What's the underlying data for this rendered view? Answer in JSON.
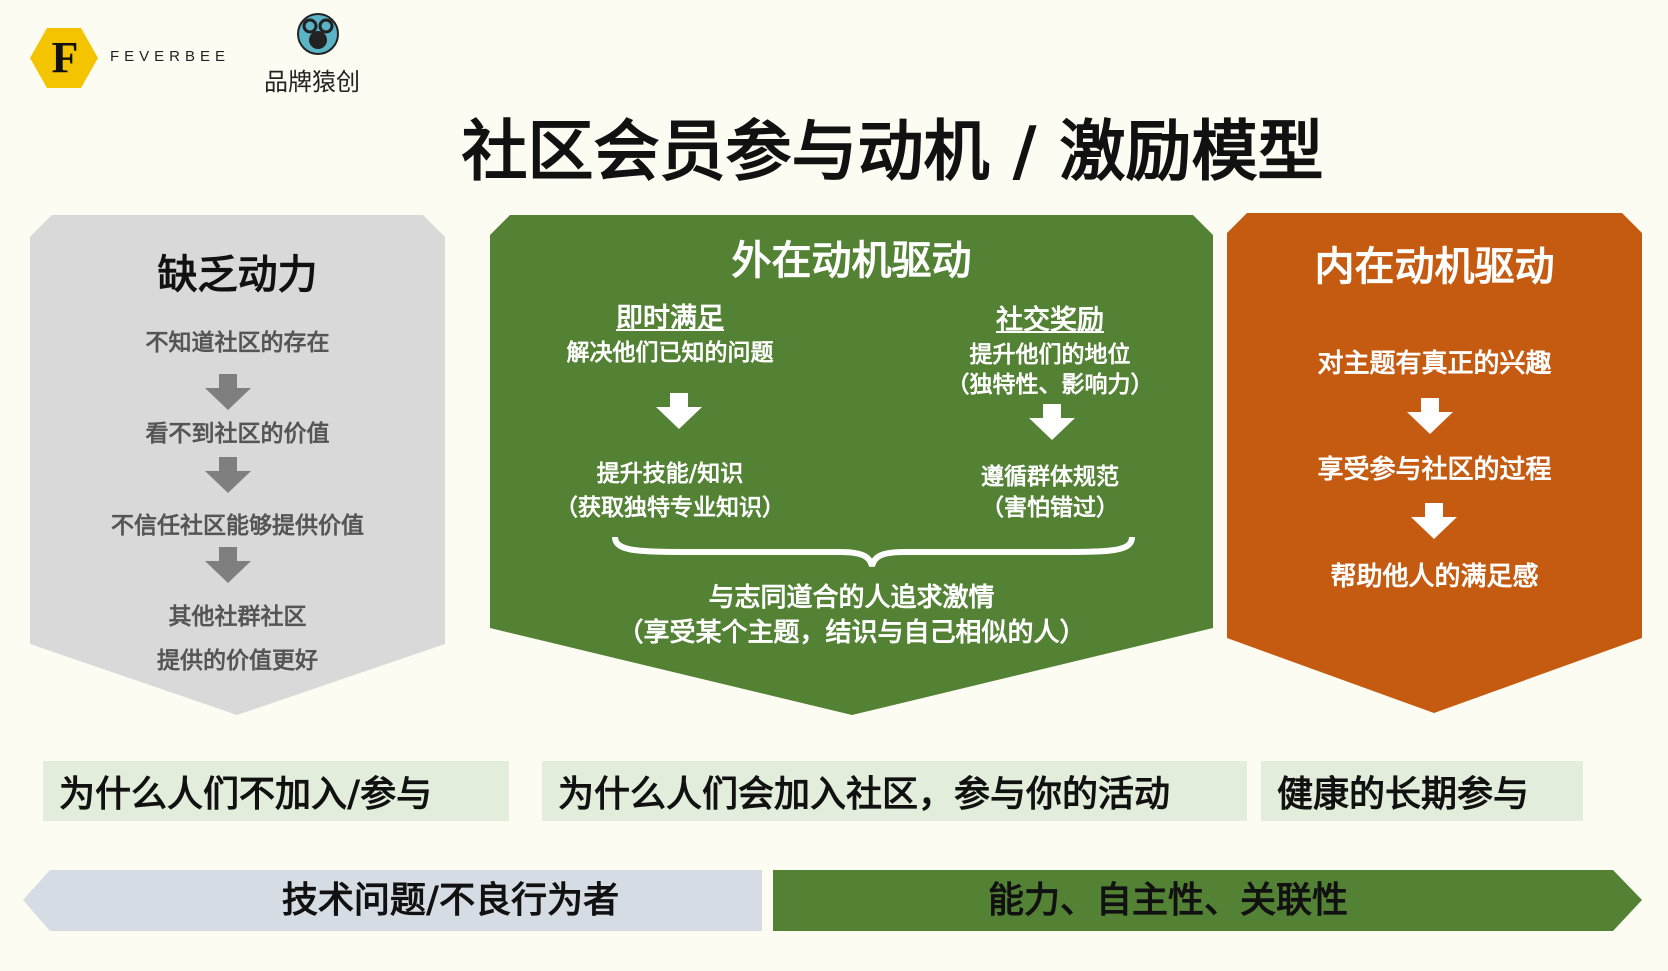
{
  "logos": {
    "feverbee_letter": "F",
    "feverbee_text": "FEVERBEE",
    "brand2_text": "品牌猿创"
  },
  "title": "社区会员参与动机 / 激励模型",
  "colors": {
    "gray": "#d9d9d9",
    "green": "#548235",
    "orange": "#c55a11",
    "label_bg": "#e2eedb",
    "bar_left": "#d6dce4",
    "bar_right": "#548235"
  },
  "lack": {
    "heading": "缺乏动力",
    "steps": [
      "不知道社区的存在",
      "看不到社区的价值",
      "不信任社区能够提供价值",
      "其他社群社区",
      "提供的价值更好"
    ]
  },
  "extrinsic": {
    "heading": "外在动机驱动",
    "left": {
      "title": "即时满足",
      "subtitle": "解决他们已知的问题",
      "result1": "提升技能/知识",
      "result2": "（获取独特专业知识）"
    },
    "right": {
      "title": "社交奖励",
      "subtitle1": "提升他们的地位",
      "subtitle2": "（独特性、影响力）",
      "result1": "遵循群体规范",
      "result2": "（害怕错过）"
    },
    "bottom1": "与志同道合的人追求激情",
    "bottom2": "（享受某个主题，结识与自己相似的人）"
  },
  "intrinsic": {
    "heading": "内在动机驱动",
    "steps": [
      "对主题有真正的兴趣",
      "享受参与社区的过程",
      "帮助他人的满足感"
    ]
  },
  "labels": [
    "为什么人们不加入/参与",
    "为什么人们会加入社区，参与你的活动",
    "健康的长期参与"
  ],
  "bars": {
    "left": "技术问题/不良行为者",
    "right": "能力、自主性、关联性"
  }
}
